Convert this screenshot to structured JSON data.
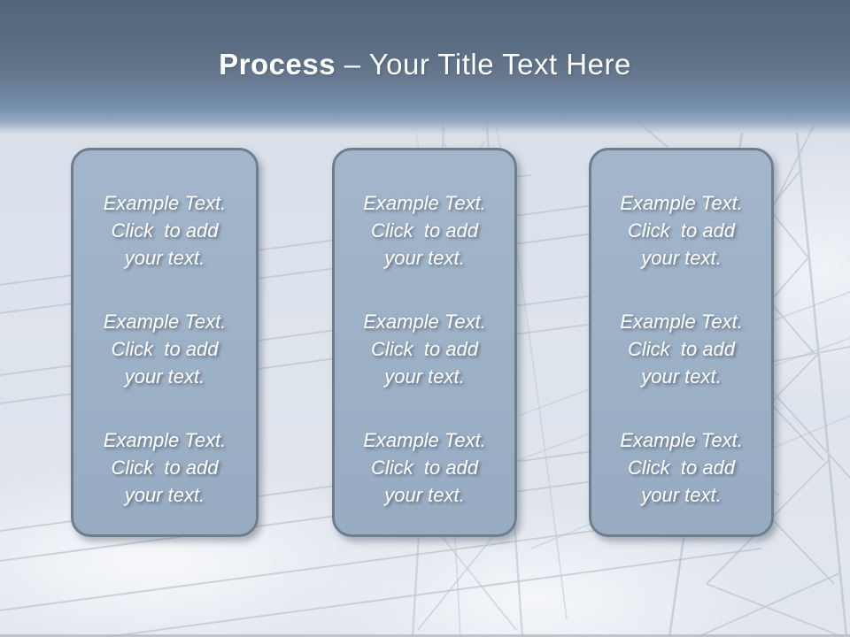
{
  "title": {
    "bold": "Process",
    "rest": "– Your Title Text Here"
  },
  "panels": [
    {
      "id": "left",
      "groups": [
        {
          "lines": [
            "Example Text.",
            "Click  to add",
            "your text."
          ]
        },
        {
          "lines": [
            "Example Text.",
            "Click  to add",
            "your text."
          ]
        },
        {
          "lines": [
            "Example Text.",
            "Click  to add",
            "your text."
          ]
        }
      ]
    },
    {
      "id": "center",
      "groups": [
        {
          "lines": [
            "Example Text.",
            "Click  to add",
            "your text."
          ]
        },
        {
          "lines": [
            "Example Text.",
            "Click  to add",
            "your text."
          ]
        },
        {
          "lines": [
            "Example Text.",
            "Click  to add",
            "your text."
          ]
        }
      ]
    },
    {
      "id": "right",
      "groups": [
        {
          "lines": [
            "Example Text.",
            "Click  to add",
            "your text."
          ]
        },
        {
          "lines": [
            "Example Text.",
            "Click  to add",
            "your text."
          ]
        },
        {
          "lines": [
            "Example Text.",
            "Click  to add",
            "your text."
          ]
        }
      ]
    }
  ],
  "arrows": {
    "left_gap_direction": "right",
    "right_gap_direction": "left",
    "icons": [
      "arrow-right-icon",
      "arrow-left-icon"
    ]
  },
  "colors": {
    "header_top": "#54667b",
    "header_bottom": "#7b94b1",
    "background": "#dde3ec",
    "panel_fill": "#9cb0c6",
    "panel_border": "#6f7e8d",
    "text": "#ffffff",
    "arrow_fill": "#f2efeb",
    "arrow_stroke": "#797b7d"
  }
}
